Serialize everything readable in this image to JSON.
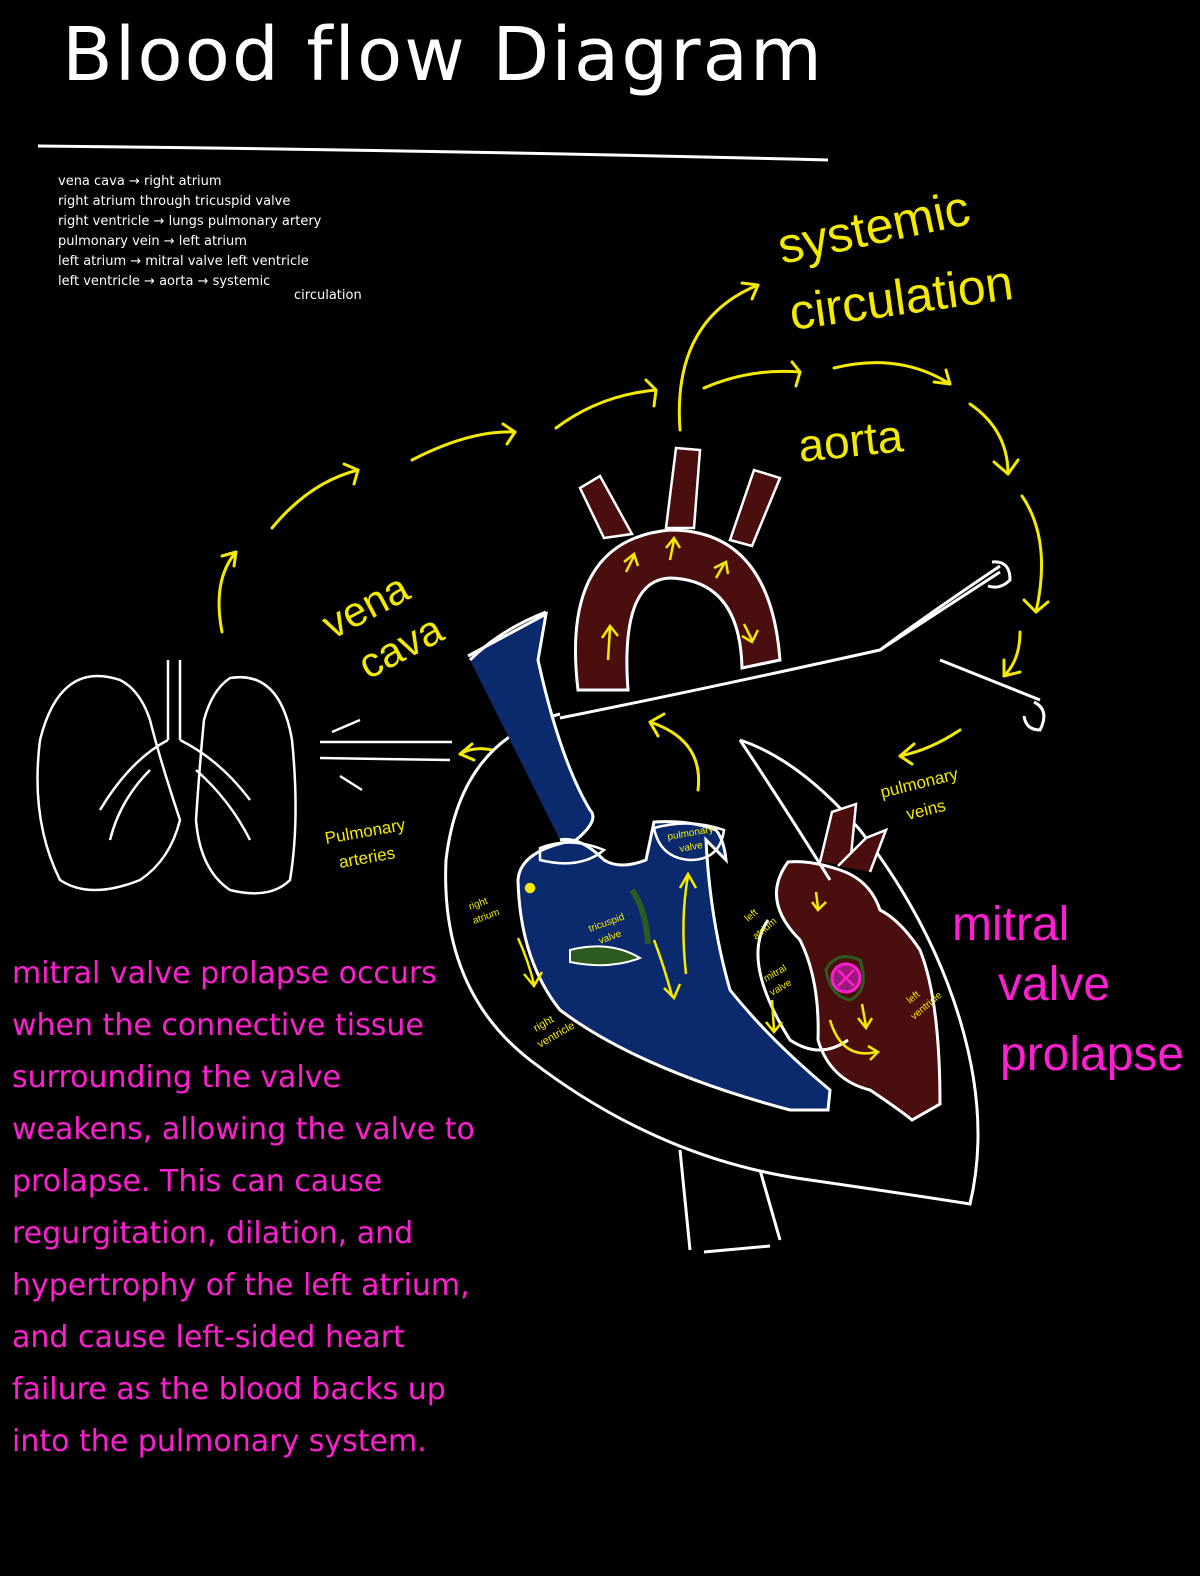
{
  "title": "Blood flow Diagram",
  "notes": [
    "vena cava → right atrium",
    "right atrium through tricuspid valve",
    "right ventricle → lungs pulmonary artery",
    "pulmonary vein → left atrium",
    "left atrium → mitral valve left ventricle",
    "left ventricle → aorta → systemic",
    "circulation"
  ],
  "labels": {
    "systemic_circulation_1": "systemic",
    "systemic_circulation_2": "circulation",
    "aorta": "aorta",
    "vena_cava_1": "vena",
    "vena_cava_2": "cava",
    "pulmonary_arteries_1": "Pulmonary",
    "pulmonary_arteries_2": "arteries",
    "pulmonary_veins_1": "pulmonary",
    "pulmonary_veins_2": "veins",
    "right_atrium_1": "right",
    "right_atrium_2": "atrium",
    "tricuspid_valve_1": "tricuspid",
    "tricuspid_valve_2": "valve",
    "pulmonary_valve_1": "pulmonary",
    "pulmonary_valve_2": "valve",
    "right_ventricle_1": "right",
    "right_ventricle_2": "ventricle",
    "left_atrium_1": "left",
    "left_atrium_2": "atrium",
    "mitral_valve_small_1": "mitral",
    "mitral_valve_small_2": "valve",
    "left_ventricle_1": "left",
    "left_ventricle_2": "ventricle",
    "mitral_valve_prolapse_1": "mitral",
    "mitral_valve_prolapse_2": "valve",
    "mitral_valve_prolapse_3": "prolapse"
  },
  "description": "mitral valve prolapse occurs when the connective tissue surrounding the valve weakens, allowing the valve to prolapse. This can cause regurgitation, dilation, and hypertrophy of the left atrium, and cause left-sided heart failure as the blood backs up into the pulmonary system.",
  "colors": {
    "background": "#000000",
    "outline": "#ffffff",
    "annotation": "#f4ea00",
    "deoxygenated": "#0b2a6e",
    "oxygenated": "#4a0e0e",
    "prolapse": "#ff1fd0"
  }
}
